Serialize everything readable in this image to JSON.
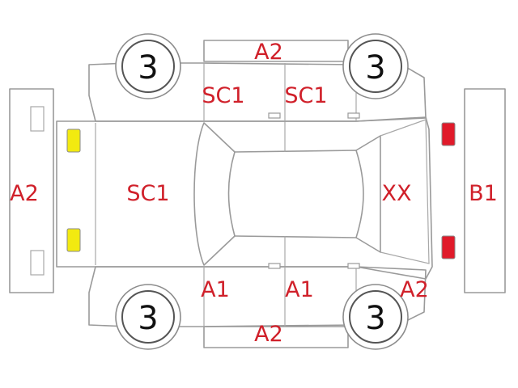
{
  "colors": {
    "code_text": "#d0202a",
    "outline": "#9a9a9a",
    "headlight_front": "#f2ea10",
    "taillight_rear": "#e01a2a"
  },
  "wheels": {
    "front_left": "3",
    "rear_left": "3",
    "front_right": "3",
    "rear_right": "3"
  },
  "codes": {
    "roof_top_edge": "A2",
    "front_door_left": "SC1",
    "rear_door_left": "SC1",
    "front_bumper": "A2",
    "hood": "SC1",
    "rear_glass": "XX",
    "rear_bumper": "B1",
    "front_door_right": "A1",
    "rear_door_right": "A1",
    "rear_quarter_right": "A2",
    "roof_bottom_edge": "A2"
  }
}
